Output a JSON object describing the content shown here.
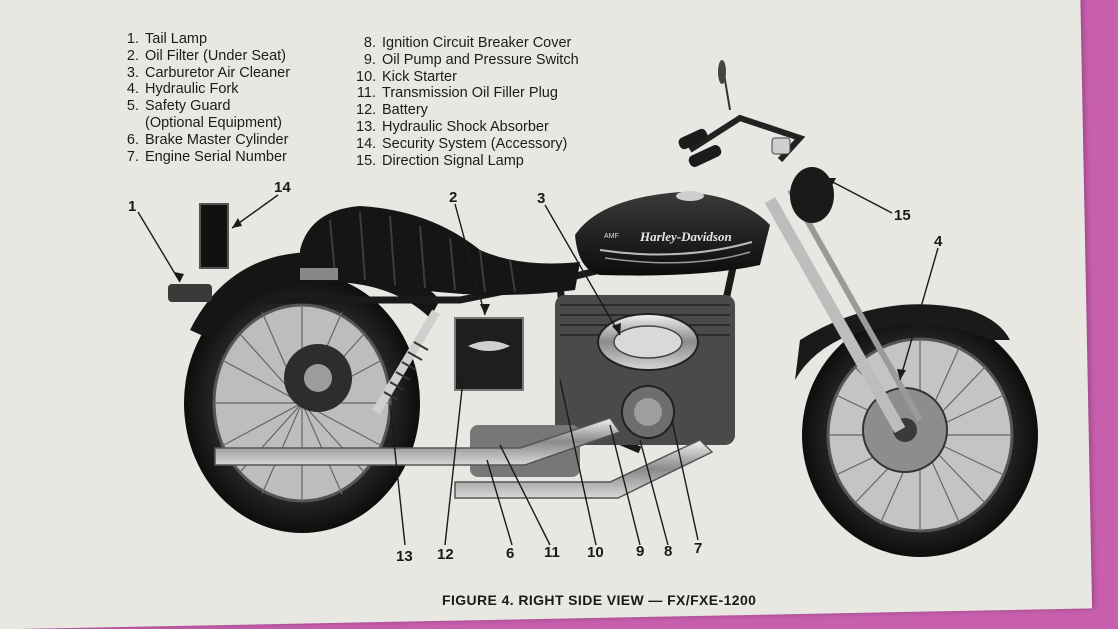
{
  "legend_left": [
    {
      "num": "1.",
      "text": "Tail Lamp"
    },
    {
      "num": "2.",
      "text": "Oil Filter (Under Seat)"
    },
    {
      "num": "3.",
      "text": "Carburetor Air Cleaner"
    },
    {
      "num": "4.",
      "text": "Hydraulic Fork"
    },
    {
      "num": "5.",
      "text": "Safety Guard"
    },
    {
      "num": "",
      "text": "(Optional Equipment)"
    },
    {
      "num": "6.",
      "text": "Brake Master Cylinder"
    },
    {
      "num": "7.",
      "text": "Engine Serial Number"
    }
  ],
  "legend_right": [
    {
      "num": "8.",
      "text": "Ignition Circuit Breaker Cover"
    },
    {
      "num": "9.",
      "text": "Oil Pump and Pressure Switch"
    },
    {
      "num": "10.",
      "text": "Kick Starter"
    },
    {
      "num": "11.",
      "text": "Transmission Oil Filler Plug"
    },
    {
      "num": "12.",
      "text": "Battery"
    },
    {
      "num": "13.",
      "text": "Hydraulic Shock Absorber"
    },
    {
      "num": "14.",
      "text": "Security System (Accessory)"
    },
    {
      "num": "15.",
      "text": "Direction Signal Lamp"
    }
  ],
  "callouts": [
    "1",
    "2",
    "3",
    "4",
    "6",
    "7",
    "8",
    "9",
    "10",
    "11",
    "12",
    "13",
    "14",
    "15"
  ],
  "tank_brand": "Harley-Davidson",
  "tank_badge": "AMF",
  "caption": "FIGURE 4. RIGHT SIDE VIEW — FX/FXE-1200",
  "colors": {
    "paper": "#e9e7e2",
    "border": "#c85fae",
    "ink": "#1a1a1a"
  }
}
